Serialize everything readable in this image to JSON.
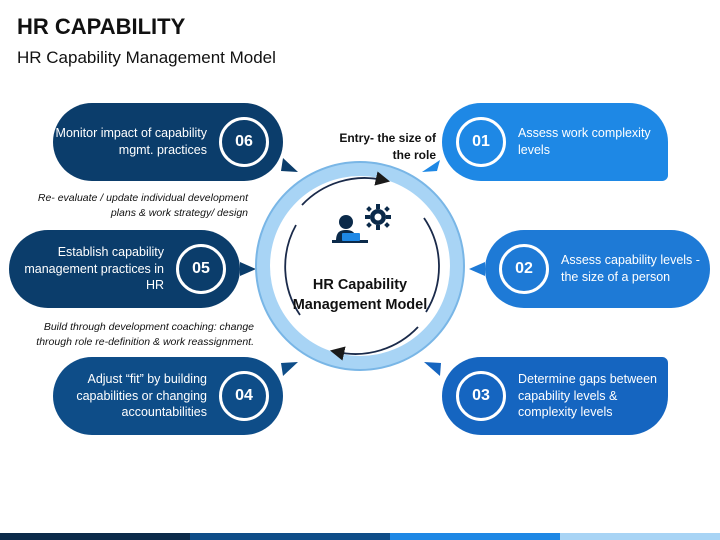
{
  "title": "HR CAPABILITY",
  "subtitle": "HR Capability Management Model",
  "center": {
    "label": "HR Capability Management Model",
    "icon": "hr-person-laptop-gear-icon"
  },
  "entry_note": "Entry- the size of the role",
  "notes": {
    "reevaluate": "Re- evaluate / update individual development plans & work strategy/ design",
    "build": "Build through development coaching: change through role re-definition & work reassignment."
  },
  "steps": [
    {
      "number": "01",
      "text": "Assess work complexity levels",
      "color": "#1e88e5"
    },
    {
      "number": "02",
      "text": "Assess capability levels -the size of a person",
      "color": "#1e7ad6"
    },
    {
      "number": "03",
      "text": "Determine gaps between capability levels & complexity levels",
      "color": "#1565c0"
    },
    {
      "number": "04",
      "text": "Adjust “fit” by building capabilities or changing accountabilities",
      "color": "#0e4d88"
    },
    {
      "number": "05",
      "text": "Establish capability management practices in HR",
      "color": "#0b3d6b"
    },
    {
      "number": "06",
      "text": "Monitor impact of capability mgmt. practices",
      "color": "#0b3d6b"
    }
  ]
}
